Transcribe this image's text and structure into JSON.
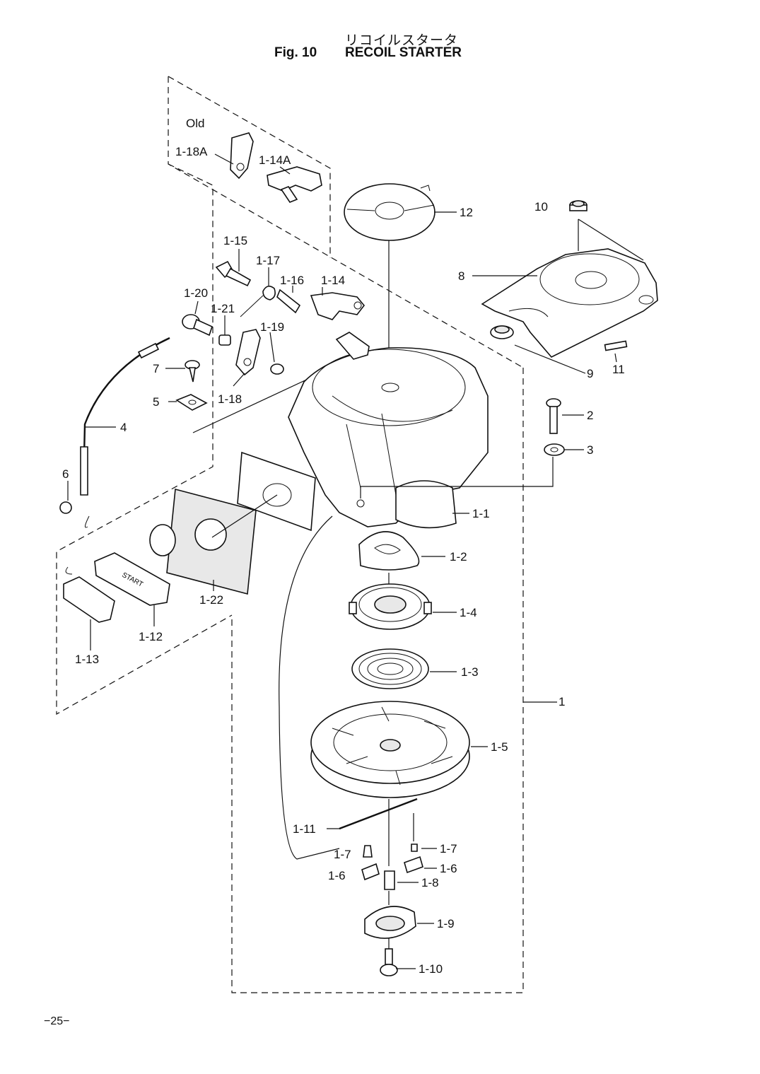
{
  "header": {
    "title_jp": "リコイルスタータ",
    "fig_number": "Fig. 10",
    "title_en": "RECOIL STARTER"
  },
  "inset_label": "Old",
  "page_number": "−25−",
  "callouts": [
    {
      "id": "1",
      "text": "1"
    },
    {
      "id": "1-1",
      "text": "1-1"
    },
    {
      "id": "1-2",
      "text": "1-2"
    },
    {
      "id": "1-3",
      "text": "1-3"
    },
    {
      "id": "1-4",
      "text": "1-4"
    },
    {
      "id": "1-5",
      "text": "1-5"
    },
    {
      "id": "1-6a",
      "text": "1-6"
    },
    {
      "id": "1-6b",
      "text": "1-6"
    },
    {
      "id": "1-7a",
      "text": "1-7"
    },
    {
      "id": "1-7b",
      "text": "1-7"
    },
    {
      "id": "1-8",
      "text": "1-8"
    },
    {
      "id": "1-9",
      "text": "1-9"
    },
    {
      "id": "1-10",
      "text": "1-10"
    },
    {
      "id": "1-11",
      "text": "1-11"
    },
    {
      "id": "1-12",
      "text": "1-12"
    },
    {
      "id": "1-13",
      "text": "1-13"
    },
    {
      "id": "1-14",
      "text": "1-14"
    },
    {
      "id": "1-14A",
      "text": "1-14A"
    },
    {
      "id": "1-15",
      "text": "1-15"
    },
    {
      "id": "1-16",
      "text": "1-16"
    },
    {
      "id": "1-17",
      "text": "1-17"
    },
    {
      "id": "1-18",
      "text": "1-18"
    },
    {
      "id": "1-18A",
      "text": "1-18A"
    },
    {
      "id": "1-19",
      "text": "1-19"
    },
    {
      "id": "1-20",
      "text": "1-20"
    },
    {
      "id": "1-21",
      "text": "1-21"
    },
    {
      "id": "1-22",
      "text": "1-22"
    },
    {
      "id": "2",
      "text": "2"
    },
    {
      "id": "3",
      "text": "3"
    },
    {
      "id": "4",
      "text": "4"
    },
    {
      "id": "5",
      "text": "5"
    },
    {
      "id": "6",
      "text": "6"
    },
    {
      "id": "7",
      "text": "7"
    },
    {
      "id": "8",
      "text": "8"
    },
    {
      "id": "9",
      "text": "9"
    },
    {
      "id": "10",
      "text": "10"
    },
    {
      "id": "11",
      "text": "11"
    },
    {
      "id": "12",
      "text": "12"
    }
  ],
  "handle_text": "START"
}
